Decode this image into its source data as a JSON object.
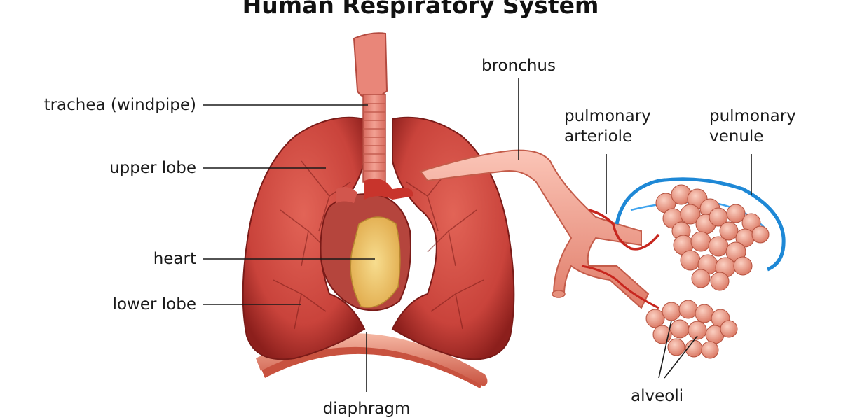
{
  "title": "Human Respiratory System",
  "labels": {
    "trachea": "trachea (windpipe)",
    "upper_lobe": "upper lobe",
    "heart": "heart",
    "lower_lobe": "lower lobe",
    "diaphragm": "diaphragm",
    "bronchus": "bronchus",
    "pulmonary_arteriole": "pulmonary\narteriole",
    "pulmonary_venule": "pulmonary\nvenule",
    "alveoli": "alveoli"
  },
  "colors": {
    "lung": "#c9433b",
    "lung_dark": "#8c1f1c",
    "trachea": "#e98679",
    "heart": "#f0c66a",
    "diaphragm": "#f0a08a",
    "bronchus": "#f2a795",
    "arteriole": "#c7261e",
    "venule": "#1e88d6",
    "alveoli": "#f1a18b"
  }
}
